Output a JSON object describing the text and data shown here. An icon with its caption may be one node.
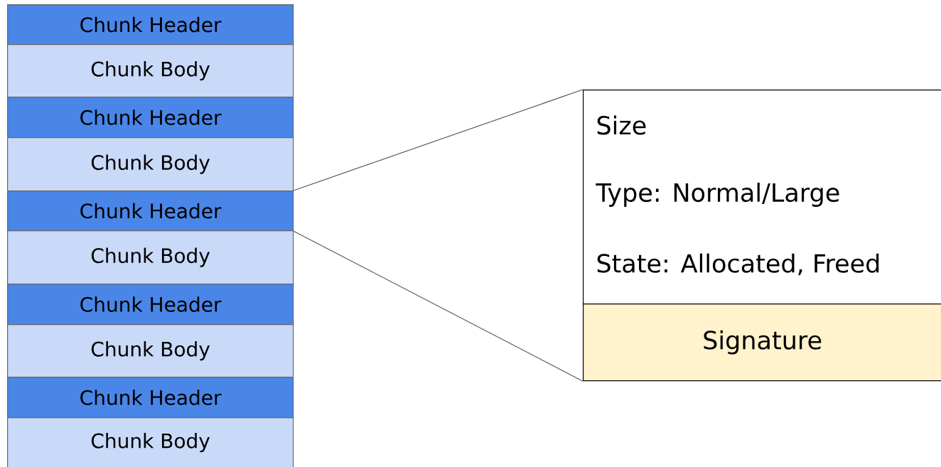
{
  "diagram": {
    "nodes": [
      {
        "text": [
          "Chunk Header"
        ]
      },
      {
        "text": [
          "Chunk Body"
        ]
      },
      {
        "text": [
          "Chunk Header"
        ]
      },
      {
        "text": [
          "Chunk Body"
        ]
      },
      {
        "text": [
          "Chunk Header"
        ]
      },
      {
        "text": [
          "Chunk Body"
        ]
      },
      {
        "text": [
          "Chunk Header"
        ]
      },
      {
        "text": [
          "Chunk Body"
        ]
      },
      {
        "text": [
          "Chunk Header"
        ]
      },
      {
        "text": [
          "Chunk Body"
        ]
      },
      {
        "text": [
          "Size",
          "Type: Normal/Large",
          "State: Allocated, Freed"
        ]
      },
      {
        "text": [
          "Signature"
        ]
      }
    ],
    "edges": [
      {
        "from": 4,
        "to": 10,
        "arrow": "none"
      },
      {
        "from": 4,
        "to": 11,
        "arrow": "none"
      }
    ]
  }
}
